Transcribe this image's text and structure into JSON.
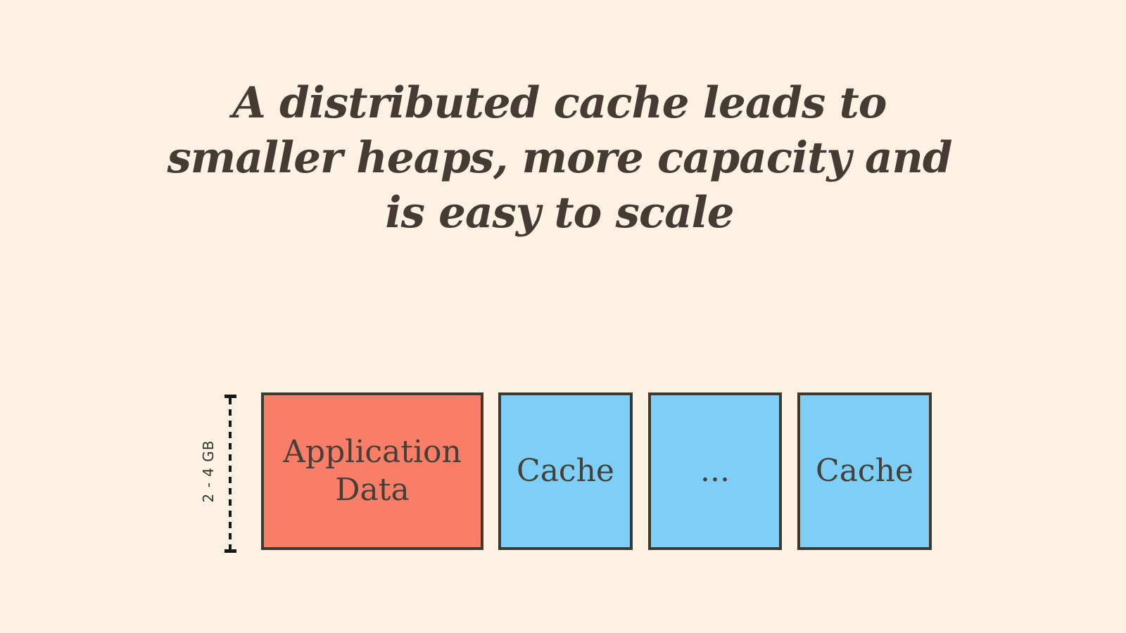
{
  "title": {
    "lines": [
      "A distributed cache leads to",
      "smaller heaps, more capacity and",
      "is easy to scale"
    ]
  },
  "diagram": {
    "measure_label": "2 - 4 GB",
    "boxes": [
      {
        "label": "Application Data",
        "type": "application-data"
      },
      {
        "label": "Cache",
        "type": "cache-node"
      },
      {
        "label": "...",
        "type": "more-nodes-ellipsis"
      },
      {
        "label": "Cache",
        "type": "cache-node"
      }
    ]
  },
  "colors": {
    "background": "#fdf2e4",
    "title_text": "#453b33",
    "box_border": "#3e382f",
    "application_fill": "#f87e68",
    "cache_fill": "#7dcff7",
    "measure_line": "#161616",
    "box_text": "#453f37"
  }
}
